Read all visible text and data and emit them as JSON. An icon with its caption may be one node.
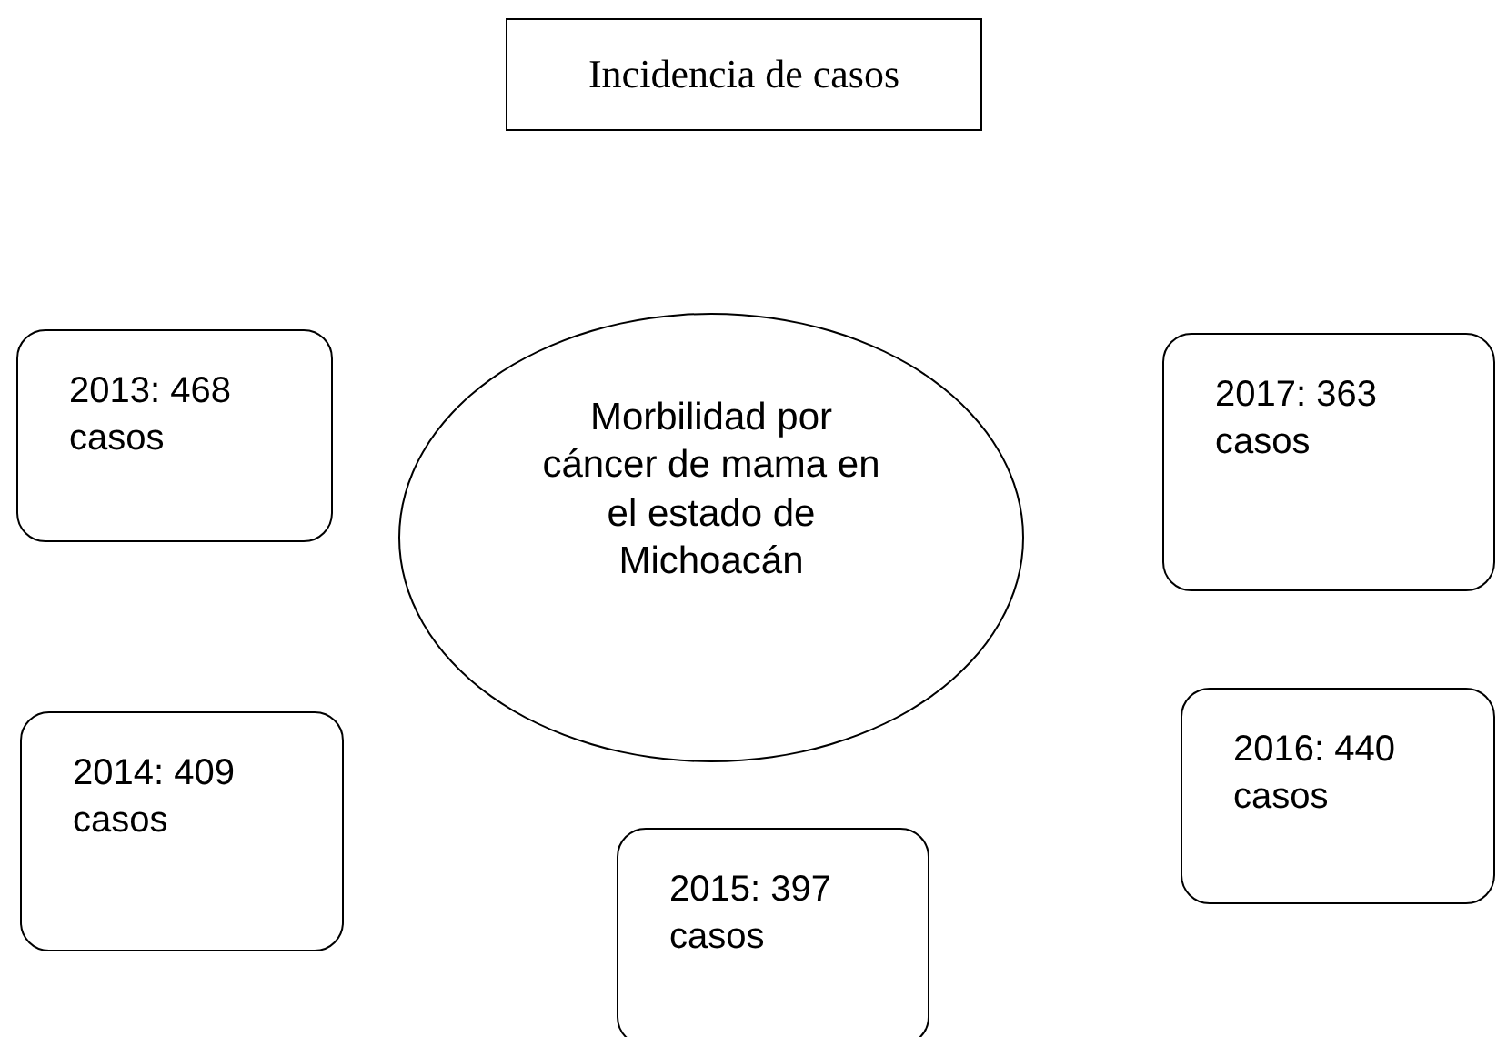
{
  "diagram": {
    "nodes": [
      {
        "text": [
          "Incidencia de casos"
        ]
      },
      {
        "text": [
          "Morbilidad por cáncer de mama en el estado de Michoacán"
        ]
      },
      {
        "text": [
          "2013: 468 casos"
        ]
      },
      {
        "text": [
          "2017: 363 casos"
        ]
      },
      {
        "text": [
          "2014: 409 casos"
        ]
      },
      {
        "text": [
          "2016: 440 casos"
        ]
      },
      {
        "text": [
          "2015: 397 casos"
        ]
      }
    ]
  }
}
